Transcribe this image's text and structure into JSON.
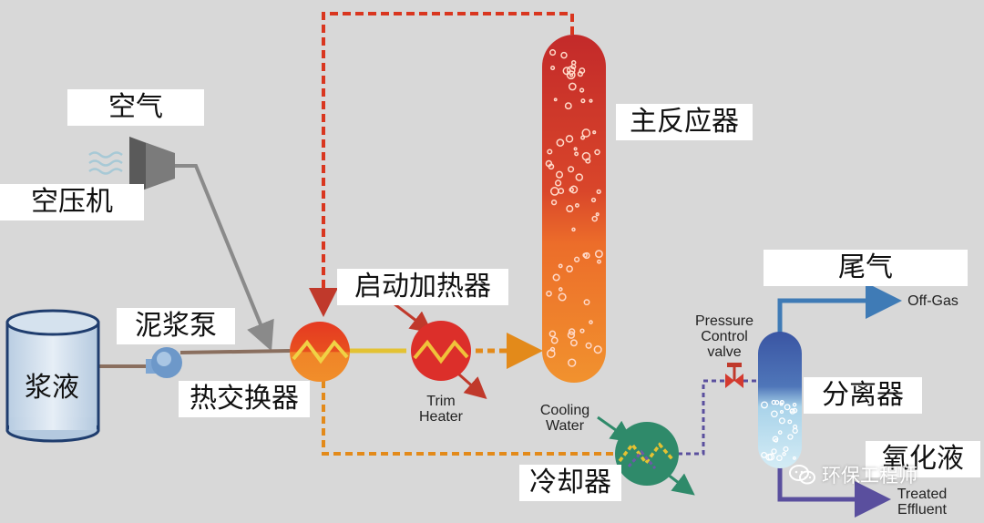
{
  "labels": {
    "air": "空气",
    "compressor": "空压机",
    "slurry": "浆液",
    "slurry_pump": "泥浆泵",
    "heat_exchanger": "热交换器",
    "startup_heater": "启动加热器",
    "main_reactor": "主反应器",
    "tail_gas": "尾气",
    "separator": "分离器",
    "oxidized_liquid": "氧化液",
    "cooler": "冷却器"
  },
  "english": {
    "trim_heater": "Trim\nHeater",
    "cooling_water": "Cooling\nWater",
    "pressure_control_valve": "Pressure\nControl\nvalve",
    "off_gas": "Off-Gas",
    "treated_effluent": "Treated\nEffluent"
  },
  "watermark": {
    "text": "环保工程师",
    "icon": "wechat-icon"
  },
  "colors": {
    "background": "#d8d8d8",
    "reactor_top": "#c6302a",
    "reactor_bottom": "#ef8a2a",
    "heat_exchanger": "#e5361f",
    "cooler": "#2f8a6a",
    "separator_top": "#3d59a6",
    "separator_bottom": "#bfe1ef",
    "hot_line": "#e38a1a",
    "recycle_line": "#d9361f",
    "gas_line": "#3f7bb6",
    "air_line": "#8a8a8a",
    "liquid_line": "#5a4f9e"
  }
}
